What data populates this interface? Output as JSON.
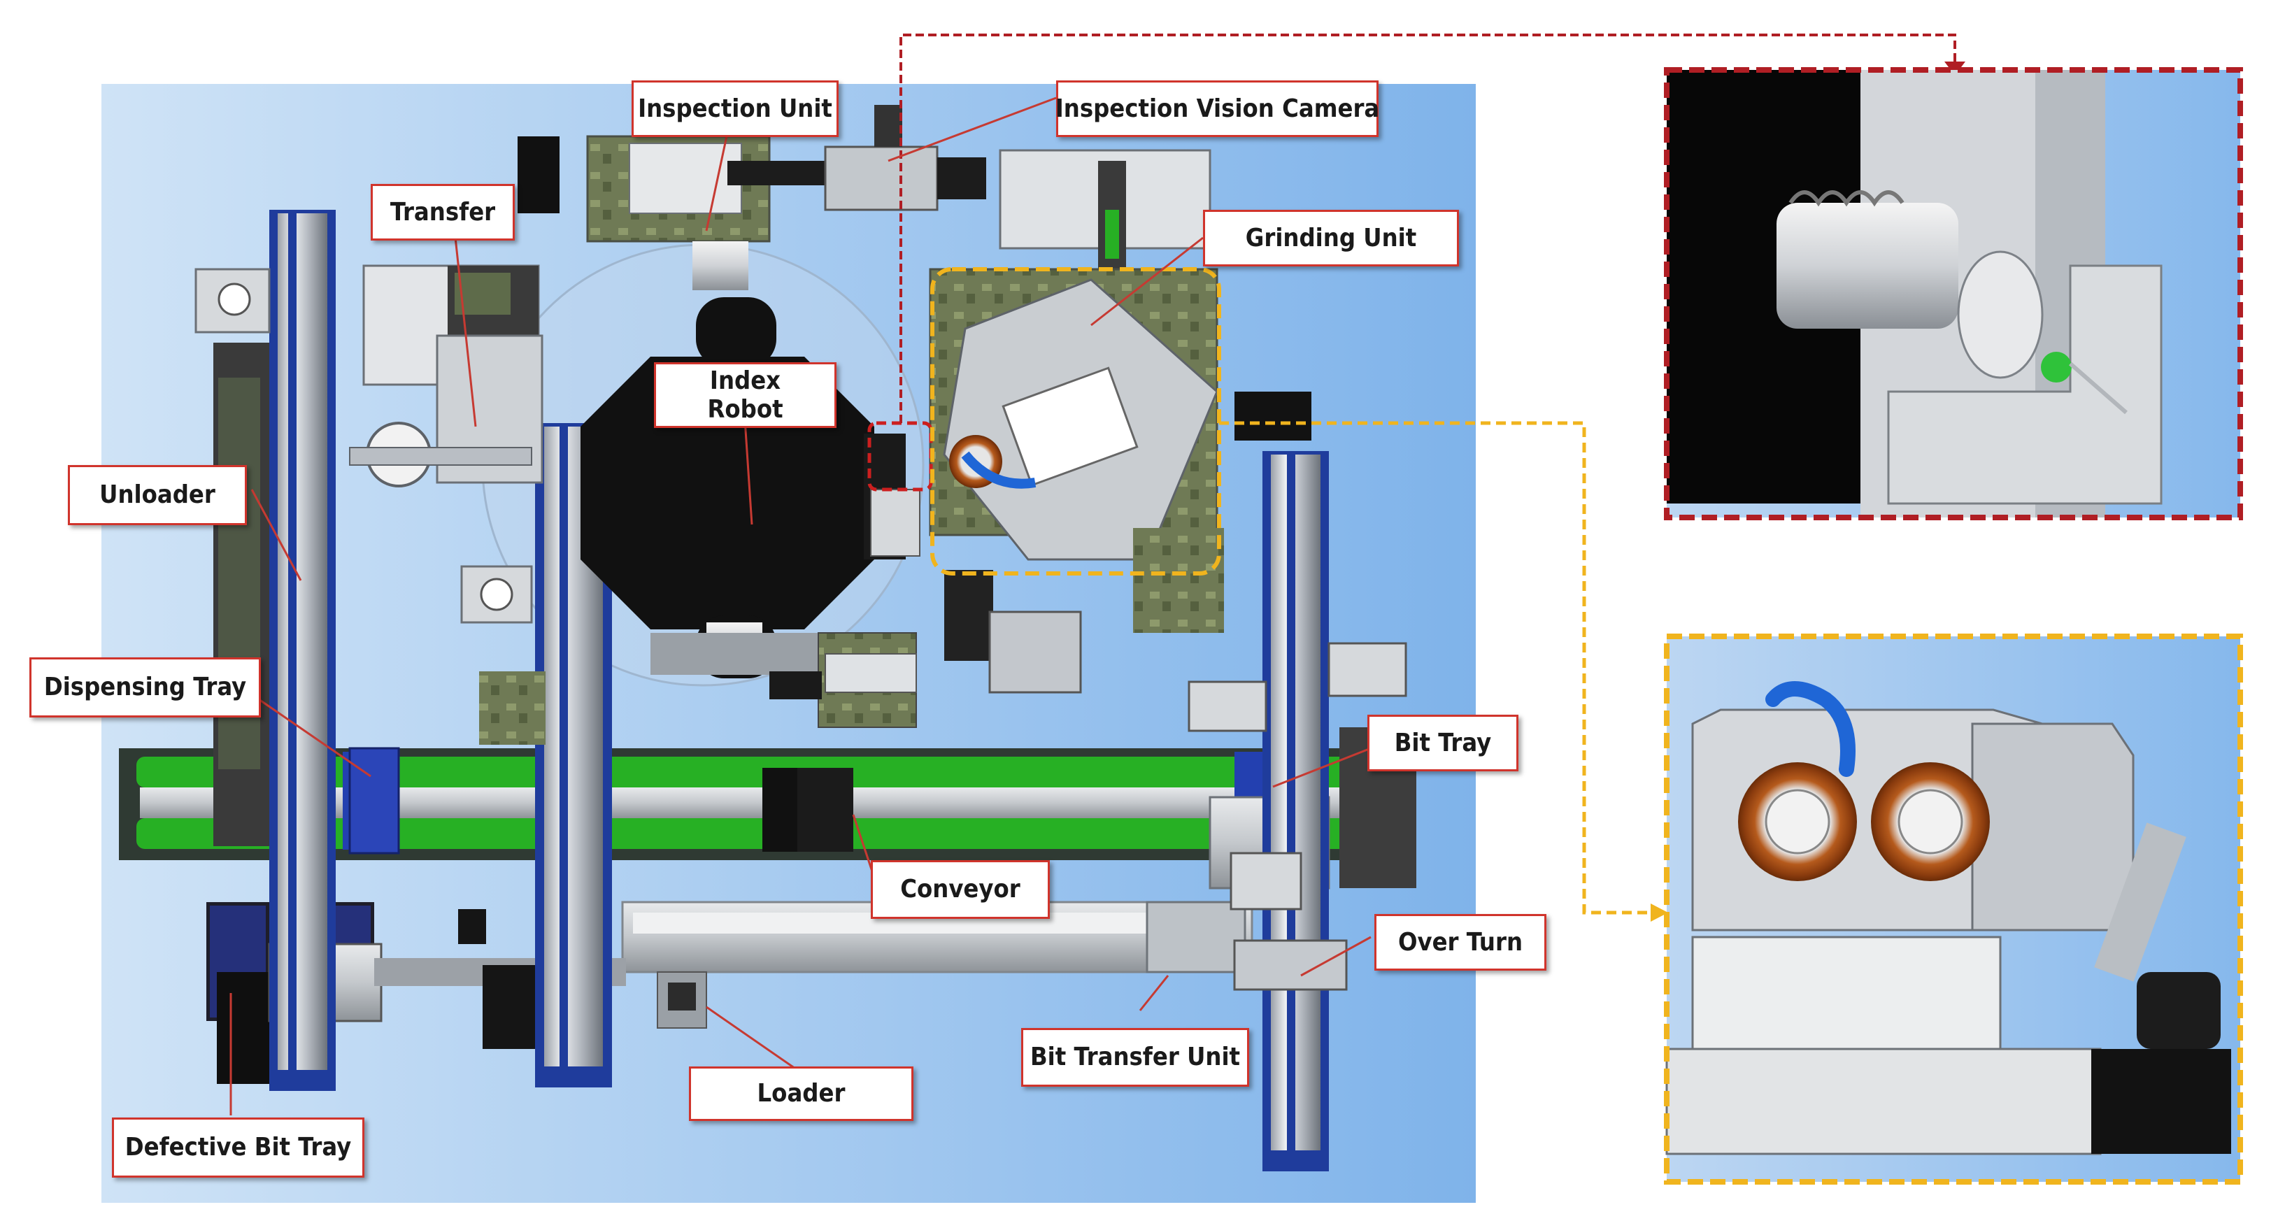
{
  "labels": {
    "inspection_unit": "Inspection Unit",
    "inspection_vision_camera": "Inspection Vision Camera",
    "transfer": "Transfer",
    "grinding_unit": "Grinding  Unit",
    "index_robot_line1": "Index",
    "index_robot_line2": "Robot",
    "unloader": "Unloader",
    "dispensing_tray": "Dispensing Tray",
    "bit_tray": "Bit  Tray",
    "conveyor": "Conveyor",
    "over_turn": "Over Turn",
    "bit_transfer_unit": "Bit Transfer Unit",
    "loader": "Loader",
    "defective_bit_tray": "Defective Bit Tray"
  },
  "colors": {
    "callout_border": "#d0342c",
    "zoom_frame_red": "#b01e24",
    "zoom_frame_yellow": "#f0b41e",
    "conveyor_belt": "#27b024",
    "rail_blue": "#1f3c9c",
    "background_gradient_left": "#cfe3f6",
    "background_gradient_right": "#7fb3ea"
  }
}
